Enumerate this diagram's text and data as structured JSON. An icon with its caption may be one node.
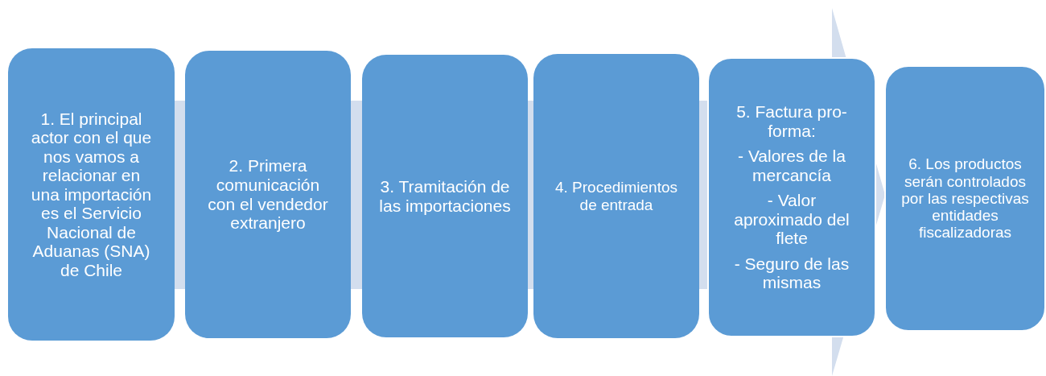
{
  "diagram": {
    "nodes": [
      {
        "text": [
          "1. El principal actor con el que nos vamos a relacionar en una importación es el Servicio Nacional de Aduanas (SNA) de Chile"
        ]
      },
      {
        "text": [
          "2. Primera comunicación con el vendedor extranjero"
        ]
      },
      {
        "text": [
          "3. Tramitación de las importaciones"
        ]
      },
      {
        "text": [
          "4. Procedimientos de entrada"
        ]
      },
      {
        "text": [
          "5. Factura pro-forma:",
          "- Valores de la mercancía",
          "- Valor aproximado del flete",
          "- Seguro de las mismas"
        ]
      },
      {
        "text": [
          "6. Los productos serán controlados por las respectivas entidades fiscalizadoras"
        ]
      }
    ],
    "edges": [
      {
        "from": 0,
        "to": 5,
        "arrow": "to",
        "style": "thick"
      }
    ]
  }
}
